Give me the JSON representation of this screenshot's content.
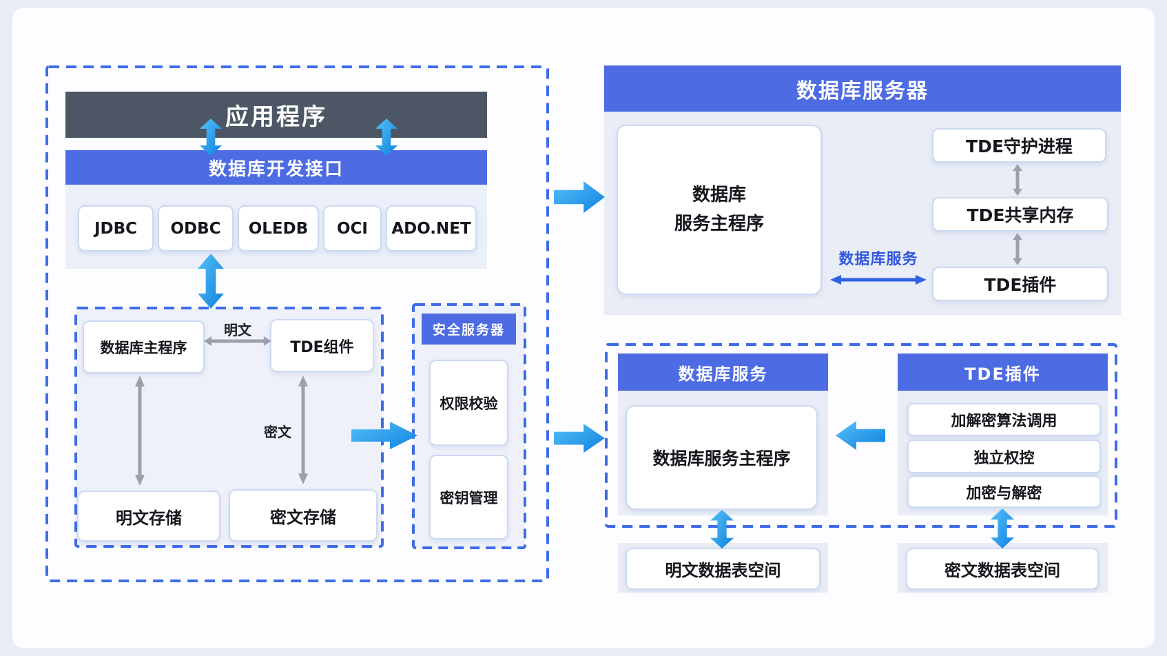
{
  "left": {
    "app_title": "应用程序",
    "api_title": "数据库开发接口",
    "api_items": [
      "JDBC",
      "ODBC",
      "OLEDB",
      "OCI",
      "ADO.NET"
    ],
    "inner": {
      "db_main": "数据库主程序",
      "tde_component": "TDE组件",
      "plaintext_label": "明文",
      "ciphertext_label": "密文",
      "plaintext_storage": "明文存储",
      "ciphertext_storage": "密文存储"
    }
  },
  "security_server": {
    "title": "安全服务器",
    "items": [
      "权限校验",
      "密钥管理"
    ]
  },
  "db_server": {
    "title": "数据库服务器",
    "main_program_line1": "数据库",
    "main_program_line2": "服务主程序",
    "daemon": "TDE守护进程",
    "shared_memory": "TDE共享内存",
    "plugin": "TDE插件",
    "service_link_label": "数据库服务"
  },
  "bottom_right": {
    "db_service_title": "数据库服务",
    "db_service_main": "数据库服务主程序",
    "tde_plugin_title": "TDE插件",
    "tde_plugin_items": [
      "加解密算法调用",
      "独立权控",
      "加密与解密"
    ]
  },
  "tablespaces": {
    "plaintext": "明文数据表空间",
    "ciphertext": "密文数据表空间"
  },
  "colors": {
    "accent_blue": "#4d6be2",
    "dark_bar": "#4d5664",
    "dashed_border": "#3e6ce8",
    "arrow_blue_light": "#57c0f7",
    "arrow_blue_dark": "#0e82e0",
    "thin_arrow_blue": "#2f62e4",
    "gray_arrow": "#9ba1aa",
    "panel_bg": "#e9edf6"
  }
}
